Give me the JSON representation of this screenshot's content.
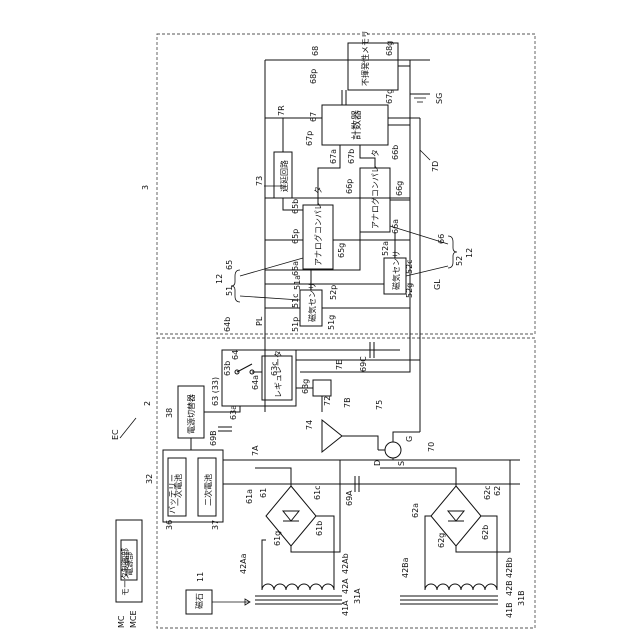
{
  "labels": {
    "ec": "EC",
    "unit2": "2",
    "unit3": "3",
    "mc": "MC",
    "mce": "MCE",
    "motor_ctrl": "モータ制御部",
    "power_unit": "電源部",
    "magnet_box": "磁石",
    "n11": "11",
    "battery": "バッテリー",
    "primary_cell": "一次電池",
    "secondary_cell": "二次電池",
    "n32": "32",
    "n36": "36",
    "n37": "37",
    "switcher": "電源切替器",
    "n38": "38",
    "regulator": "レギュレータ",
    "n63_33": "63 (33)",
    "n63a": "63a",
    "n63b": "63b",
    "n63c": "63c",
    "n63g": "63g",
    "n64": "64",
    "n64a": "64a",
    "n64b": "64b",
    "n69b": "69B",
    "n69c": "69C",
    "n69a": "69A",
    "n7a": "7A",
    "n7b": "7B",
    "n7e": "7E",
    "n72": "72",
    "n74": "74",
    "n75": "75",
    "n70": "70",
    "g": "G",
    "d": "D",
    "s": "S",
    "pl": "PL",
    "gl": "GL",
    "n61": "61",
    "n61a": "61a",
    "n61b": "61b",
    "n61c": "61c",
    "n61g": "61g",
    "n62": "62",
    "n62a": "62a",
    "n62b": "62b",
    "n62c": "62c",
    "n62g": "62g",
    "n42aa": "42Aa",
    "n42ab": "42Ab",
    "n42a": "42A",
    "n41a": "41A",
    "n31a": "31A",
    "n42ba": "42Ba",
    "n42bb": "42Bb",
    "n42b": "42B",
    "n41b": "41B",
    "n31b": "31B",
    "mag_sensor": "磁気センサ",
    "n51": "51",
    "n51a": "51a",
    "n51c": "51c",
    "n51g": "51g",
    "n51p": "51p",
    "n52": "52",
    "n52a": "52a",
    "n52c": "52c",
    "n52g": "52g",
    "n52p": "52p",
    "n12a": "12",
    "n12b": "12",
    "analog_comp": "アナログコンパレータ",
    "n65": "65",
    "n65a": "65a",
    "n65b": "65b",
    "n65g": "65g",
    "n65p": "65p",
    "n66": "66",
    "n66a": "66a",
    "n66b": "66b",
    "n66g": "66g",
    "n66p": "66p",
    "delay": "遅延回路",
    "n73": "73",
    "counter": "計数器",
    "n67": "67",
    "n67a": "67a",
    "n67b": "67b",
    "n67g": "67g",
    "n67p": "67p",
    "memory": "不揮発性メモリ",
    "n68": "68",
    "n68g": "68g",
    "n68p": "68p",
    "n7r": "7R",
    "n7d": "7D",
    "sg": "SG"
  }
}
